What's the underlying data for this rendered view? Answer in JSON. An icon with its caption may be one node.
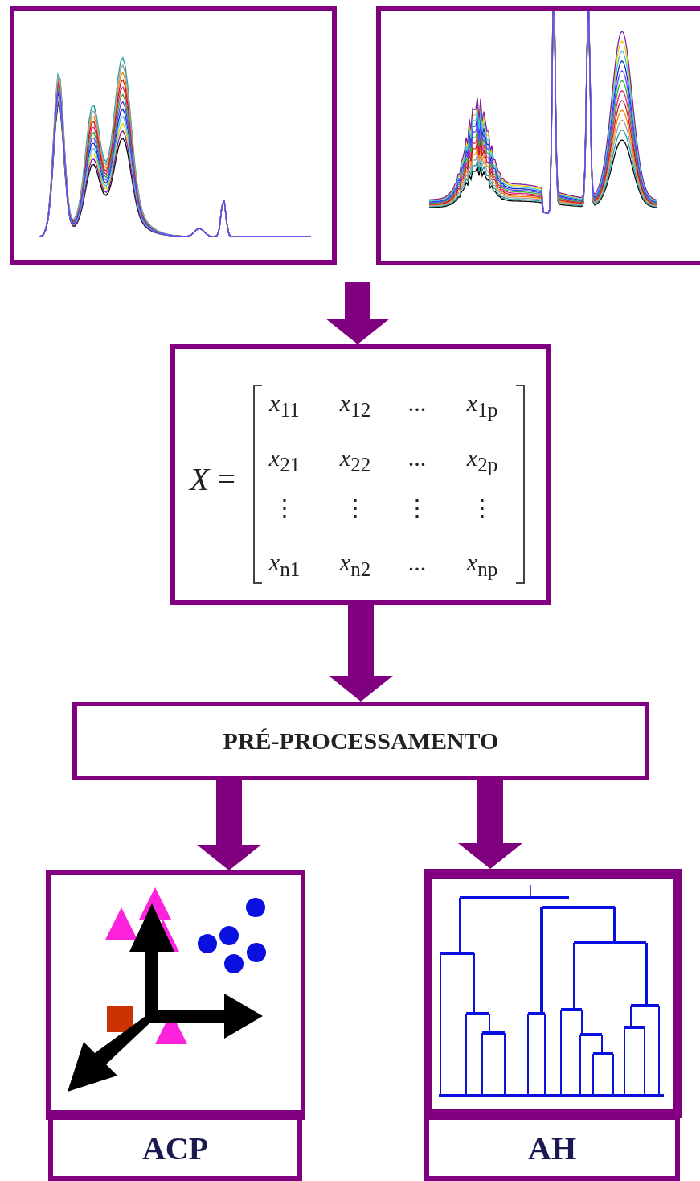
{
  "diagram": {
    "nodes": [
      {
        "text": [],
        "shape": "picture"
      },
      {
        "text": [],
        "shape": "picture"
      },
      {
        "text": [
          "*X* =",
          "*x*$_{11}$",
          "*x*$_{12}$",
          "...",
          "*x*$_{1p}$",
          "*x*$_{21}$",
          "*x*$_{22}$",
          "...",
          "*x*$_{2p}$",
          "⋮",
          "⋮",
          "⋮",
          "⋮",
          "*x*$_{n1}$",
          "*x*$_{n2}$",
          "...",
          "*x*$_{np}$"
        ]
      },
      {
        "text": [
          "PRÉ-PROCESSAMENTO"
        ]
      },
      {
        "text": [],
        "shape": "picture"
      },
      {
        "text": [
          "ACP"
        ]
      },
      {
        "text": [],
        "shape": "picture"
      },
      {
        "text": [
          "AH"
        ]
      }
    ],
    "edges": [
      {
        "from": null,
        "to": 2,
        "arrow": "to"
      },
      {
        "from": 2,
        "to": 3,
        "arrow": "to"
      },
      {
        "from": 3,
        "to": 4,
        "arrow": "to"
      },
      {
        "from": 3,
        "to": 6,
        "arrow": "to"
      }
    ]
  }
}
